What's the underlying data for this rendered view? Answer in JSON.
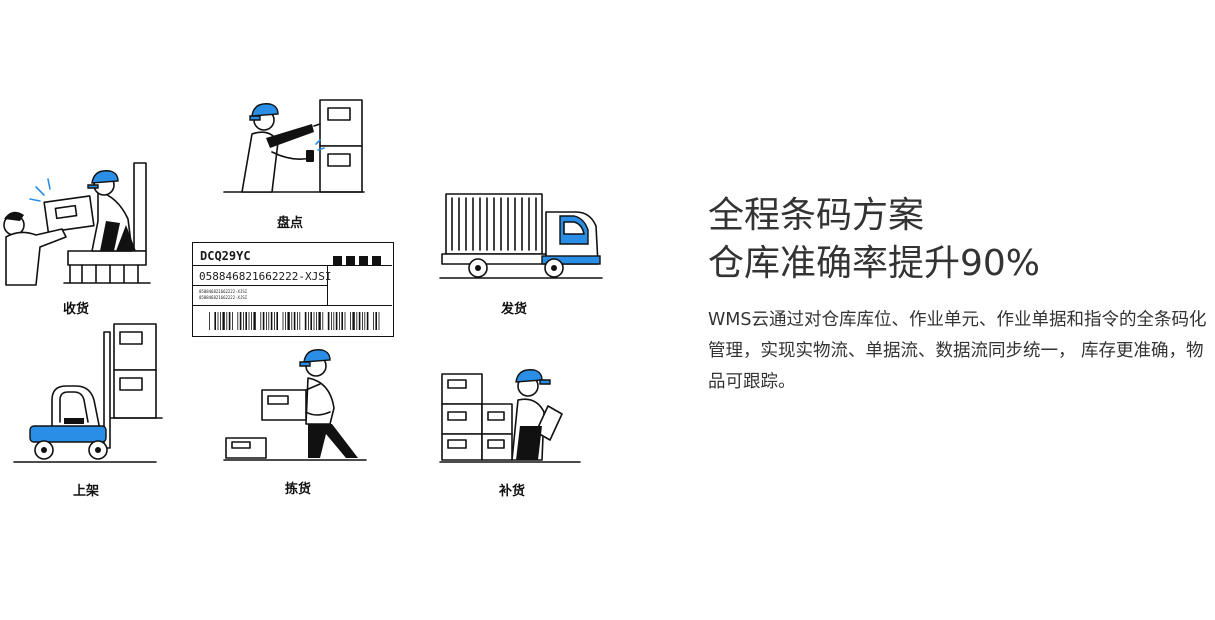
{
  "hero": {
    "title_line1": "全程条码方案",
    "title_line2": "仓库准确率提升90%",
    "description": "WMS云通过对仓库库位、作业单元、作业单据和指令的全条码化管理，实现实物流、单据流、数据流同步统一， 库存更准确，物品可跟踪。"
  },
  "illustrations": {
    "receiving": "收货",
    "stocktake": "盘点",
    "shipping": "发货",
    "shelving": "上架",
    "picking": "拣货",
    "replenishment": "补货"
  },
  "barcode_label": {
    "code": "DCQ29YC",
    "number": "058846821662222-XJSI",
    "small_line1": "058846821662222-XJSI",
    "small_line2": "058846821662222-XJSI"
  }
}
